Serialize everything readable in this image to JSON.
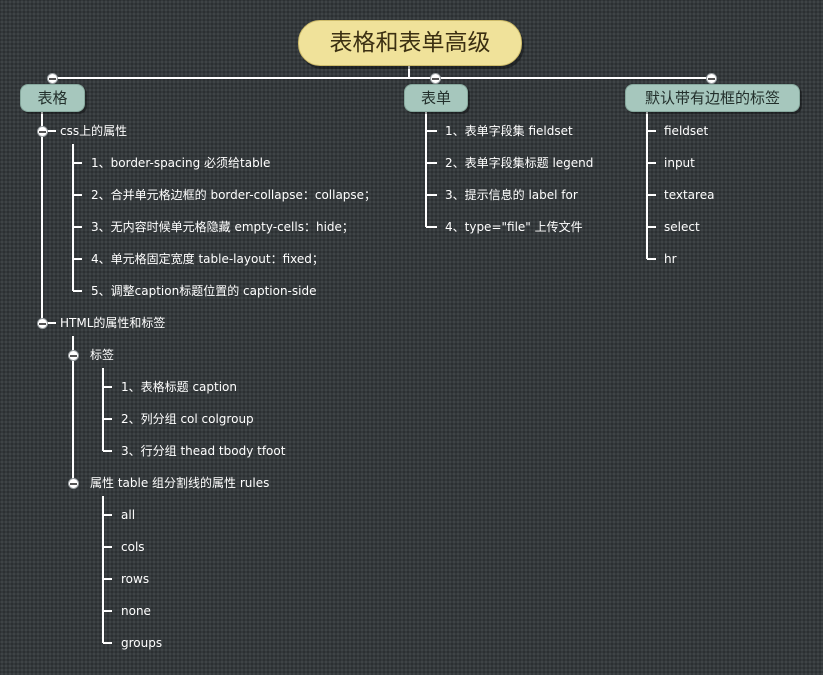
{
  "root": {
    "label": "表格和表单高级"
  },
  "branches": [
    {
      "label": "表格",
      "children": [
        {
          "label": "css上的属性",
          "children": [
            {
              "label": "1、border-spacing 必须给table"
            },
            {
              "label": "2、合并单元格边框的 border-collapse：collapse；"
            },
            {
              "label": "3、无内容时候单元格隐藏 empty-cells：hide；"
            },
            {
              "label": "4、单元格固定宽度 table-layout：fixed；"
            },
            {
              "label": "5、调整caption标题位置的 caption-side"
            }
          ]
        },
        {
          "label": "HTML的属性和标签",
          "children": [
            {
              "label": "标签",
              "children": [
                {
                  "label": "1、表格标题 caption"
                },
                {
                  "label": "2、列分组 col colgroup"
                },
                {
                  "label": "3、行分组 thead tbody tfoot"
                }
              ]
            },
            {
              "label": "属性 table 组分割线的属性 rules",
              "children": [
                {
                  "label": "all"
                },
                {
                  "label": "cols"
                },
                {
                  "label": "rows"
                },
                {
                  "label": "none"
                },
                {
                  "label": "groups"
                }
              ]
            }
          ]
        }
      ]
    },
    {
      "label": "表单",
      "children": [
        {
          "label": "1、表单字段集 fieldset"
        },
        {
          "label": "2、表单字段集标题 legend"
        },
        {
          "label": "3、提示信息的 label for"
        },
        {
          "label": "4、type=\"file\" 上传文件"
        }
      ]
    },
    {
      "label": "默认带有边框的标签",
      "children": [
        {
          "label": "fieldset"
        },
        {
          "label": "input"
        },
        {
          "label": "textarea"
        },
        {
          "label": "select"
        },
        {
          "label": "hr"
        }
      ]
    }
  ]
}
